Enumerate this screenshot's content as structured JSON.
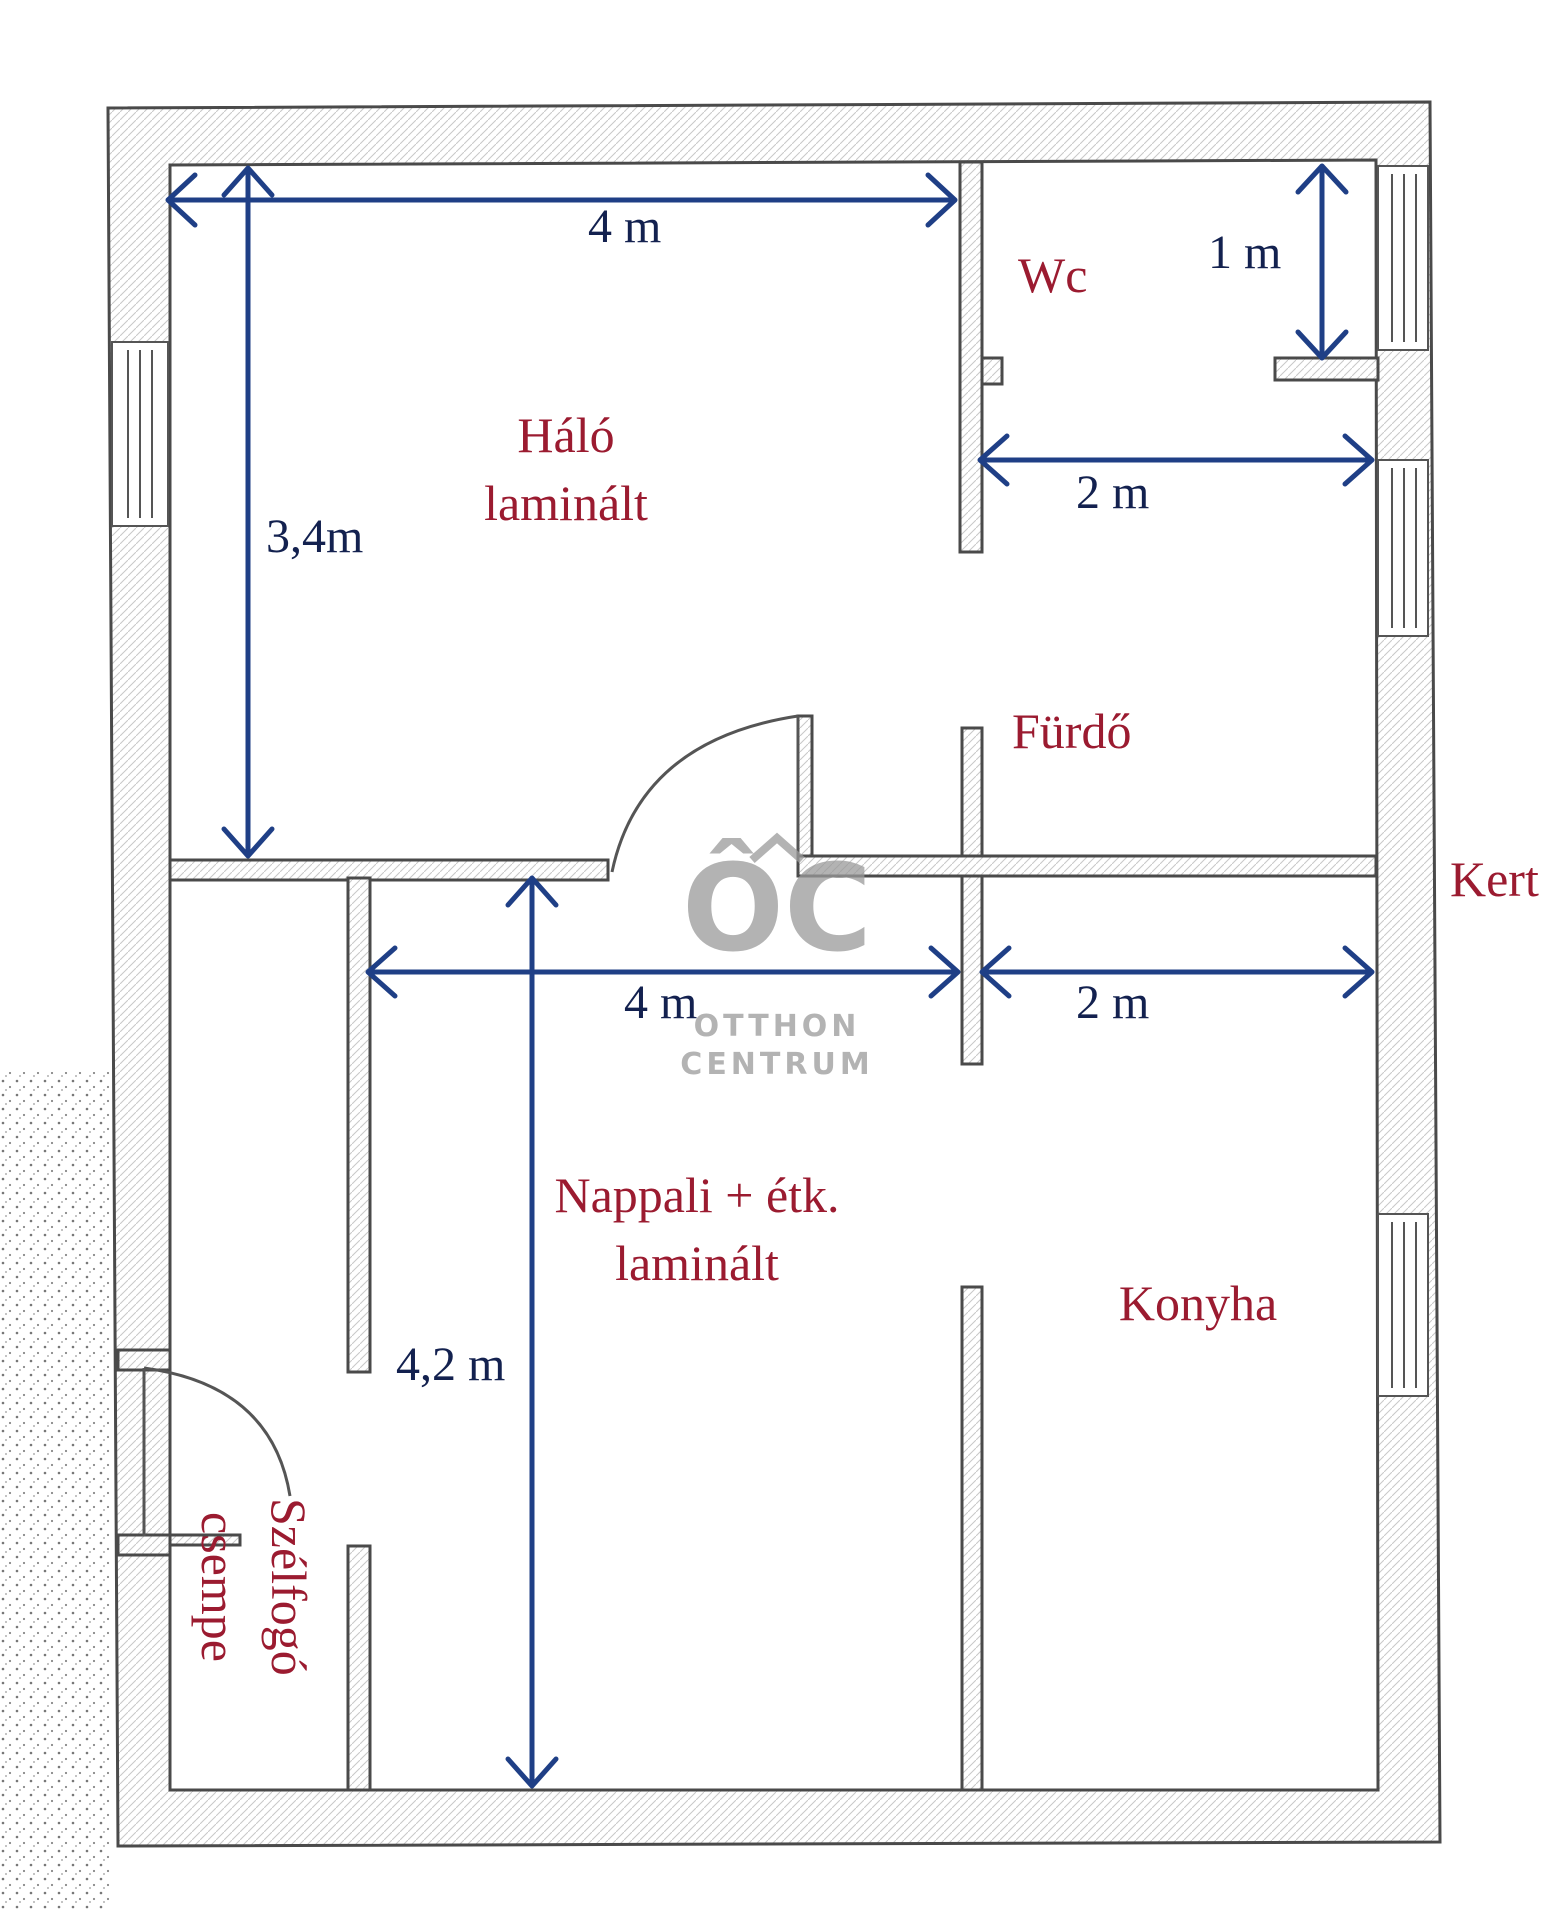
{
  "rooms": {
    "halo": "Háló",
    "halo_floor": "laminált",
    "wc": "Wc",
    "furdo": "Fürdő",
    "kert": "Kert",
    "nappali": "Nappali + étk.",
    "nappali_floor": "laminált",
    "konyha": "Konyha",
    "szelfogo": "Szélfogó",
    "szelfogo_floor": "csempe"
  },
  "dimensions": {
    "halo_width": "4 m",
    "halo_depth": "3,4m",
    "wc_height": "1 m",
    "furdo_width": "2 m",
    "nappali_width": "4 m",
    "konyha_width": "2 m",
    "nappali_depth": "4,2 m"
  },
  "watermark": {
    "logo": "ÔC",
    "line1": "OTTHON",
    "line2": "CENTRUM"
  },
  "colors": {
    "room_label": "#9b1b30",
    "dimension": "#1f3f86",
    "wall": "#4a4a4a",
    "watermark": "#9a9a9a"
  }
}
